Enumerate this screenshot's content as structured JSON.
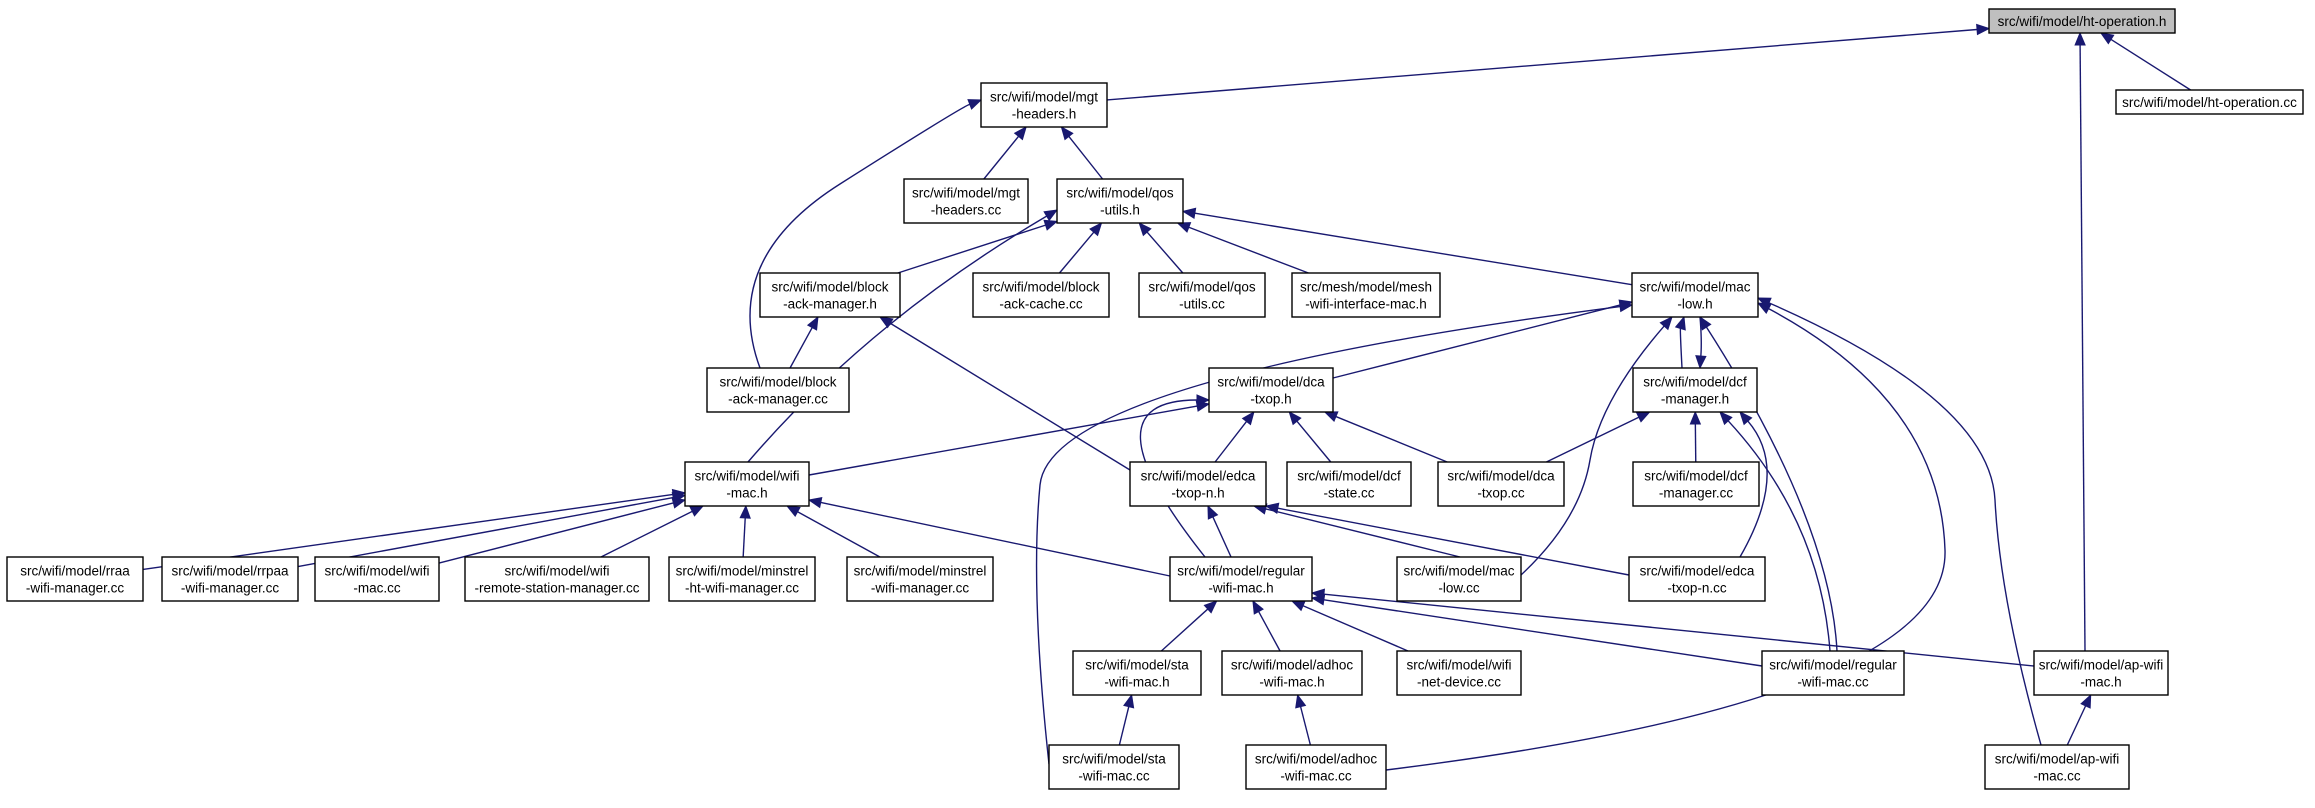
{
  "graph": {
    "edge_color": "#191970",
    "root_fill": "#bfbfbf",
    "nodes": [
      {
        "id": "ht_h",
        "lines": [
          "src/wifi/model/ht-operation.h"
        ]
      },
      {
        "id": "ht_cc",
        "lines": [
          "src/wifi/model/ht-operation.cc"
        ]
      },
      {
        "id": "mgt_h",
        "lines": [
          "src/wifi/model/mgt",
          "-headers.h"
        ]
      },
      {
        "id": "mgt_cc",
        "lines": [
          "src/wifi/model/mgt",
          "-headers.cc"
        ]
      },
      {
        "id": "qos_h",
        "lines": [
          "src/wifi/model/qos",
          "-utils.h"
        ]
      },
      {
        "id": "bam_h",
        "lines": [
          "src/wifi/model/block",
          "-ack-manager.h"
        ]
      },
      {
        "id": "bac_cc",
        "lines": [
          "src/wifi/model/block",
          "-ack-cache.cc"
        ]
      },
      {
        "id": "qos_cc",
        "lines": [
          "src/wifi/model/qos",
          "-utils.cc"
        ]
      },
      {
        "id": "mesh_cc",
        "lines": [
          "src/mesh/model/mesh",
          "-wifi-interface-mac.h"
        ]
      },
      {
        "id": "maclow_h",
        "lines": [
          "src/wifi/model/mac",
          "-low.h"
        ]
      },
      {
        "id": "bam_cc",
        "lines": [
          "src/wifi/model/block",
          "-ack-manager.cc"
        ]
      },
      {
        "id": "dca_h",
        "lines": [
          "src/wifi/model/dca",
          "-txop.h"
        ]
      },
      {
        "id": "dcfm_h",
        "lines": [
          "src/wifi/model/dcf",
          "-manager.h"
        ]
      },
      {
        "id": "wmac_h",
        "lines": [
          "src/wifi/model/wifi",
          "-mac.h"
        ]
      },
      {
        "id": "edca_h",
        "lines": [
          "src/wifi/model/edca",
          "-txop-n.h"
        ]
      },
      {
        "id": "dcfs_cc",
        "lines": [
          "src/wifi/model/dcf",
          "-state.cc"
        ]
      },
      {
        "id": "dca_cc",
        "lines": [
          "src/wifi/model/dca",
          "-txop.cc"
        ]
      },
      {
        "id": "dcfm_cc",
        "lines": [
          "src/wifi/model/dcf",
          "-manager.cc"
        ]
      },
      {
        "id": "rraa_cc",
        "lines": [
          "src/wifi/model/rraa",
          "-wifi-manager.cc"
        ]
      },
      {
        "id": "rrpaa_cc",
        "lines": [
          "src/wifi/model/rrpaa",
          "-wifi-manager.cc"
        ]
      },
      {
        "id": "wmac_cc",
        "lines": [
          "src/wifi/model/wifi",
          "-mac.cc"
        ]
      },
      {
        "id": "rsm_cc",
        "lines": [
          "src/wifi/model/wifi",
          "-remote-station-manager.cc"
        ]
      },
      {
        "id": "mht_cc",
        "lines": [
          "src/wifi/model/minstrel",
          "-ht-wifi-manager.cc"
        ]
      },
      {
        "id": "mwm_cc",
        "lines": [
          "src/wifi/model/minstrel",
          "-wifi-manager.cc"
        ]
      },
      {
        "id": "reg_h",
        "lines": [
          "src/wifi/model/regular",
          "-wifi-mac.h"
        ]
      },
      {
        "id": "maclow_cc",
        "lines": [
          "src/wifi/model/mac",
          "-low.cc"
        ]
      },
      {
        "id": "edca_cc",
        "lines": [
          "src/wifi/model/edca",
          "-txop-n.cc"
        ]
      },
      {
        "id": "sta_h",
        "lines": [
          "src/wifi/model/sta",
          "-wifi-mac.h"
        ]
      },
      {
        "id": "adhoc_h",
        "lines": [
          "src/wifi/model/adhoc",
          "-wifi-mac.h"
        ]
      },
      {
        "id": "netdev_cc",
        "lines": [
          "src/wifi/model/wifi",
          "-net-device.cc"
        ]
      },
      {
        "id": "reg_cc",
        "lines": [
          "src/wifi/model/regular",
          "-wifi-mac.cc"
        ]
      },
      {
        "id": "ap_h",
        "lines": [
          "src/wifi/model/ap-wifi",
          "-mac.h"
        ]
      },
      {
        "id": "sta_cc",
        "lines": [
          "src/wifi/model/sta",
          "-wifi-mac.cc"
        ]
      },
      {
        "id": "adhoc_cc",
        "lines": [
          "src/wifi/model/adhoc",
          "-wifi-mac.cc"
        ]
      },
      {
        "id": "ap_cc",
        "lines": [
          "src/wifi/model/ap-wifi",
          "-mac.cc"
        ]
      }
    ],
    "edges": [
      {
        "from": "mgt_h",
        "to": "ht_h"
      },
      {
        "from": "ht_cc",
        "to": "ht_h"
      },
      {
        "from": "ap_h",
        "to": "ht_h"
      },
      {
        "from": "mgt_cc",
        "to": "mgt_h"
      },
      {
        "from": "qos_h",
        "to": "mgt_h"
      },
      {
        "from": "bam_cc",
        "to": "mgt_h"
      },
      {
        "from": "bam_h",
        "to": "qos_h"
      },
      {
        "from": "bac_cc",
        "to": "qos_h"
      },
      {
        "from": "qos_cc",
        "to": "qos_h"
      },
      {
        "from": "mesh_cc",
        "to": "qos_h"
      },
      {
        "from": "maclow_h",
        "to": "qos_h"
      },
      {
        "from": "wmac_h",
        "to": "qos_h"
      },
      {
        "from": "bam_cc",
        "to": "bam_h"
      },
      {
        "from": "edca_h",
        "to": "bam_h"
      },
      {
        "from": "dca_h",
        "to": "maclow_h"
      },
      {
        "from": "dcfm_h",
        "to": "maclow_h"
      },
      {
        "from": "maclow_h",
        "to": "dcfm_h"
      },
      {
        "from": "maclow_cc",
        "to": "maclow_h"
      },
      {
        "from": "reg_cc",
        "to": "maclow_h"
      },
      {
        "from": "sta_cc",
        "to": "maclow_h"
      },
      {
        "from": "adhoc_cc",
        "to": "maclow_h"
      },
      {
        "from": "ap_cc",
        "to": "maclow_h"
      },
      {
        "from": "wmac_h",
        "to": "dca_h"
      },
      {
        "from": "edca_h",
        "to": "dca_h"
      },
      {
        "from": "dcfs_cc",
        "to": "dca_h"
      },
      {
        "from": "dca_cc",
        "to": "dca_h"
      },
      {
        "from": "reg_h",
        "to": "dca_h"
      },
      {
        "from": "dca_cc",
        "to": "dcfm_h"
      },
      {
        "from": "dcfm_cc",
        "to": "dcfm_h"
      },
      {
        "from": "edca_cc",
        "to": "dcfm_h"
      },
      {
        "from": "reg_cc",
        "to": "dcfm_h"
      },
      {
        "from": "rraa_cc",
        "to": "wmac_h"
      },
      {
        "from": "rrpaa_cc",
        "to": "wmac_h"
      },
      {
        "from": "wmac_cc",
        "to": "wmac_h"
      },
      {
        "from": "rsm_cc",
        "to": "wmac_h"
      },
      {
        "from": "mht_cc",
        "to": "wmac_h"
      },
      {
        "from": "mwm_cc",
        "to": "wmac_h"
      },
      {
        "from": "reg_h",
        "to": "wmac_h"
      },
      {
        "from": "reg_h",
        "to": "edca_h"
      },
      {
        "from": "maclow_cc",
        "to": "edca_h"
      },
      {
        "from": "edca_cc",
        "to": "edca_h"
      },
      {
        "from": "sta_h",
        "to": "reg_h"
      },
      {
        "from": "adhoc_h",
        "to": "reg_h"
      },
      {
        "from": "netdev_cc",
        "to": "reg_h"
      },
      {
        "from": "reg_cc",
        "to": "reg_h"
      },
      {
        "from": "ap_h",
        "to": "reg_h"
      },
      {
        "from": "sta_cc",
        "to": "sta_h"
      },
      {
        "from": "adhoc_cc",
        "to": "adhoc_h"
      },
      {
        "from": "ap_cc",
        "to": "ap_h"
      }
    ]
  }
}
